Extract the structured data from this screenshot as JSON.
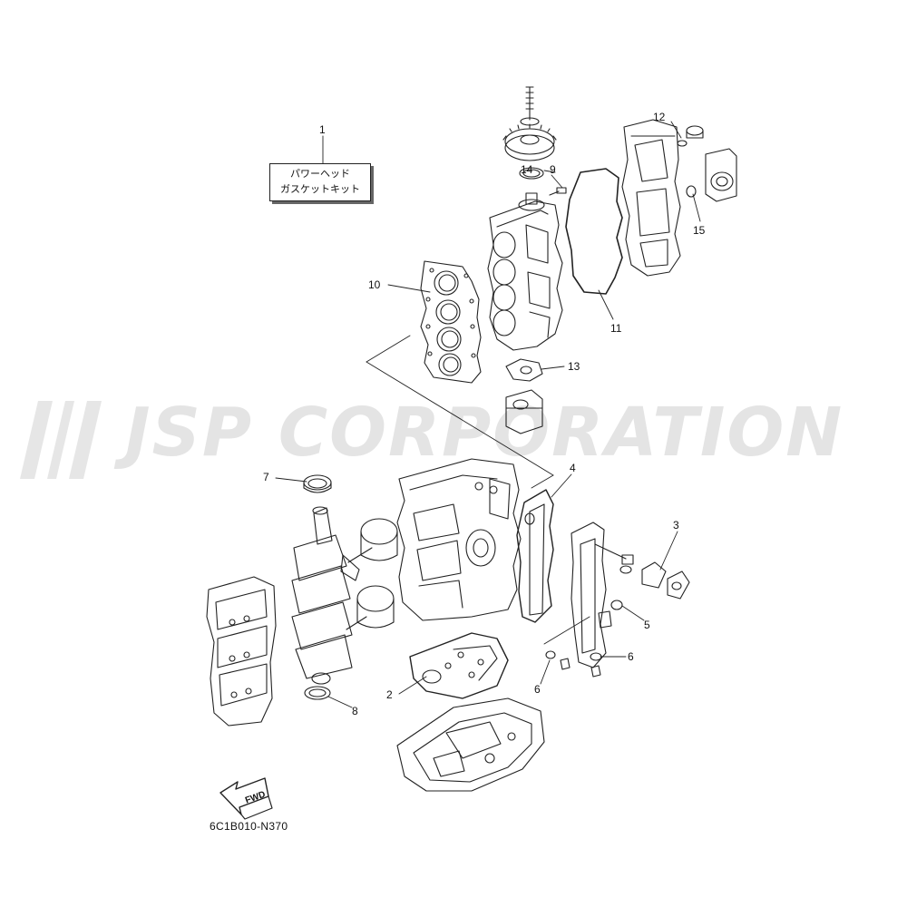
{
  "watermark": {
    "text": "JSP CORPORATION"
  },
  "kit_label": {
    "line1": "パワーヘッド",
    "line2": "ガスケットキット"
  },
  "callouts": {
    "c1": "1",
    "c2": "2",
    "c3": "3",
    "c4": "4",
    "c5": "5",
    "c6a": "6",
    "c6b": "6",
    "c7": "7",
    "c8": "8",
    "c9": "9",
    "c10": "10",
    "c11": "11",
    "c12": "12",
    "c13": "13",
    "c14": "14",
    "c15": "15"
  },
  "fwd_label": "FWD",
  "part_code": "6C1B010-N370",
  "icons": {
    "watermark_logo": "jsp-logo-icon",
    "fwd": "fwd-arrow-icon"
  }
}
